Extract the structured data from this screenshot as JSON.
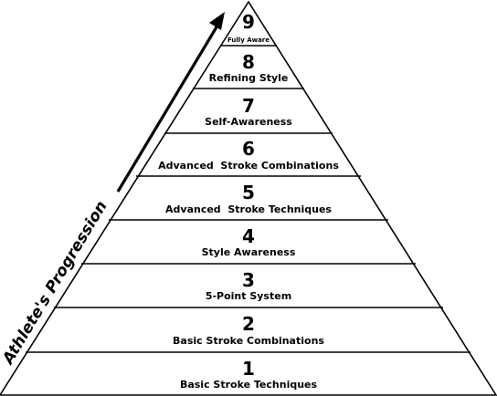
{
  "progression": {
    "label": "Athlete's Progression"
  },
  "levels": [
    {
      "number": "9",
      "title": "Fully Aware"
    },
    {
      "number": "8",
      "title": "Refining Style"
    },
    {
      "number": "7",
      "title": "Self-Awareness"
    },
    {
      "number": "6",
      "title": "Advanced  Stroke Combinations"
    },
    {
      "number": "5",
      "title": "Advanced  Stroke Techniques"
    },
    {
      "number": "4",
      "title": "Style Awareness"
    },
    {
      "number": "3",
      "title": "5-Point System"
    },
    {
      "number": "2",
      "title": "Basic Stroke Combinations"
    },
    {
      "number": "1",
      "title": "Basic Stroke Techniques"
    }
  ],
  "colors": {
    "line": "#000000",
    "fill": "#ffffff"
  }
}
